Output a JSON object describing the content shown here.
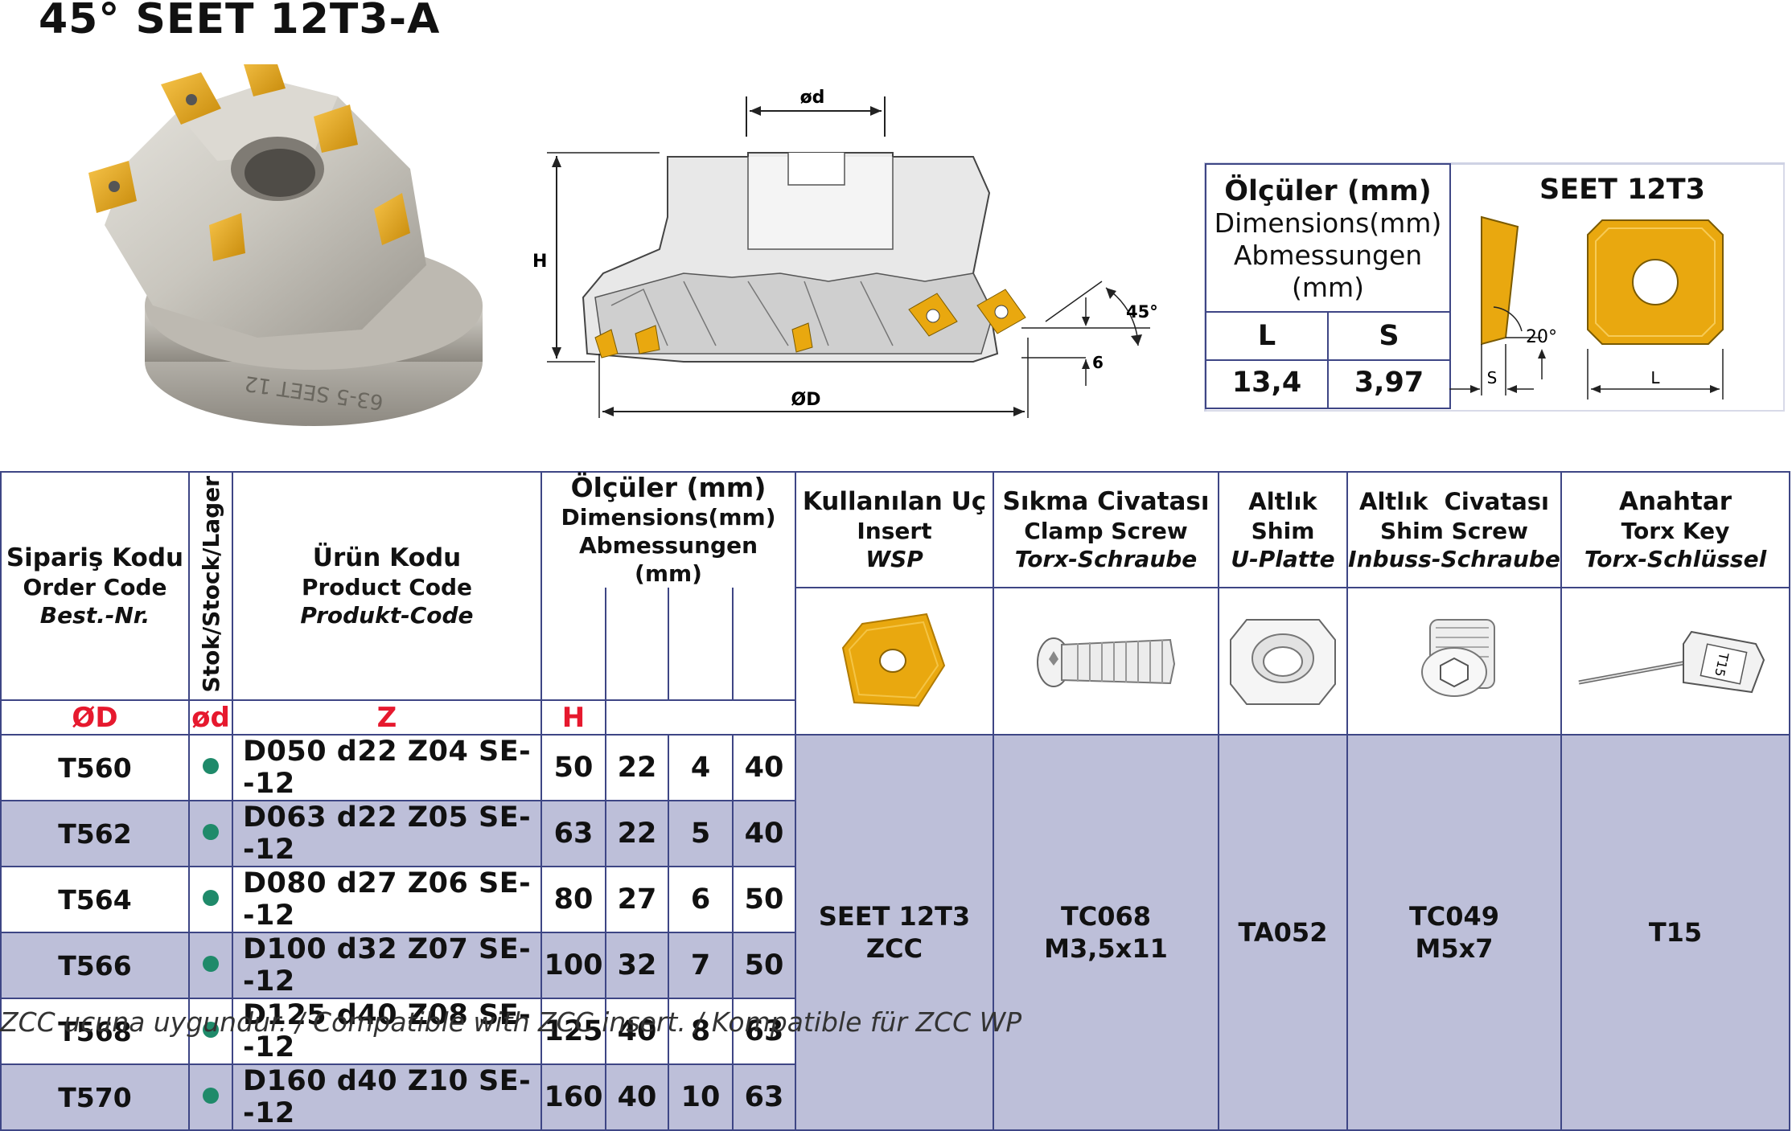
{
  "title": "45° SEET 12T3-A",
  "drawing": {
    "label_d": "ød",
    "label_D": "ØD",
    "label_H": "H",
    "label_angle": "45°",
    "label_6": "6",
    "body_mark": "63-5 SEET 12"
  },
  "dim_box": {
    "title_tr": "Ölçüler (mm)",
    "title_en": "Dimensions(mm)",
    "title_de": "Abmessungen",
    "title_unit": "(mm)",
    "insert_name": "SEET 12T3",
    "col_L": "L",
    "col_S": "S",
    "val_L": "13,4",
    "val_S": "3,97",
    "label_angle": "20°",
    "label_S": "S",
    "label_L": "L"
  },
  "table": {
    "headers": {
      "order_tr": "Sipariş Kodu",
      "order_en": "Order Code",
      "order_de": "Best.-Nr.",
      "stock_bold": "Stok",
      "stock_rest": "/Stock/Lager",
      "product_tr": "Ürün Kodu",
      "product_en": "Product Code",
      "product_de": "Produkt-Code",
      "dims_tr": "Ölçüler (mm)",
      "dims_en": "Dimensions(mm)",
      "dims_de": "Abmessungen",
      "dims_unit": "(mm)",
      "D": "ØD",
      "d": "ød",
      "Z": "Z",
      "H": "H",
      "insert_tr": "Kullanılan Uç",
      "insert_en": "Insert",
      "insert_de": "WSP",
      "clamp_tr": "Sıkma Civatası",
      "clamp_en": "Clamp Screw",
      "clamp_de": "Torx-Schraube",
      "shim_tr": "Altlık",
      "shim_en": "Shim",
      "shim_de": "U-Platte",
      "shimscrew_tr": "Altlık  Civatası",
      "shimscrew_en": "Shim Screw",
      "shimscrew_de": "Inbuss-Schraube",
      "key_tr": "Anahtar",
      "key_en": "Torx Key",
      "key_de": "Torx-Schlüssel"
    },
    "key_tag": "T15",
    "rows": [
      {
        "code": "T560",
        "product": "D050 d22 Z04 SE--12",
        "D": "50",
        "d": "22",
        "Z": "4",
        "H": "40"
      },
      {
        "code": "T562",
        "product": "D063 d22 Z05 SE--12",
        "D": "63",
        "d": "22",
        "Z": "5",
        "H": "40"
      },
      {
        "code": "T564",
        "product": "D080 d27 Z06 SE--12",
        "D": "80",
        "d": "27",
        "Z": "6",
        "H": "50"
      },
      {
        "code": "T566",
        "product": "D100 d32 Z07 SE--12",
        "D": "100",
        "d": "32",
        "Z": "7",
        "H": "50"
      },
      {
        "code": "T568",
        "product": "D125 d40 Z08 SE--12",
        "D": "125",
        "d": "40",
        "Z": "8",
        "H": "63"
      },
      {
        "code": "T570",
        "product": "D160 d40 Z10 SE--12",
        "D": "160",
        "d": "40",
        "Z": "10",
        "H": "63"
      }
    ],
    "shared": {
      "insert_line1": "SEET 12T3",
      "insert_line2": "ZCC",
      "clamp_line1": "TC068",
      "clamp_line2": "M3,5x11",
      "shim": "TA052",
      "shimscrew_line1": "TC049",
      "shimscrew_line2": "M5x7",
      "key": "T15"
    },
    "colors": {
      "border": "#3e4685",
      "shade": "#bdbfd9",
      "dim_header": "#e6192e",
      "stock_dot": "#1f8a6a",
      "insert_gold": "#e9a80f"
    }
  },
  "footnote": "ZCC ucuna uygundur. / Compatible with ZCC insert. / Kompatible für ZCC WP"
}
